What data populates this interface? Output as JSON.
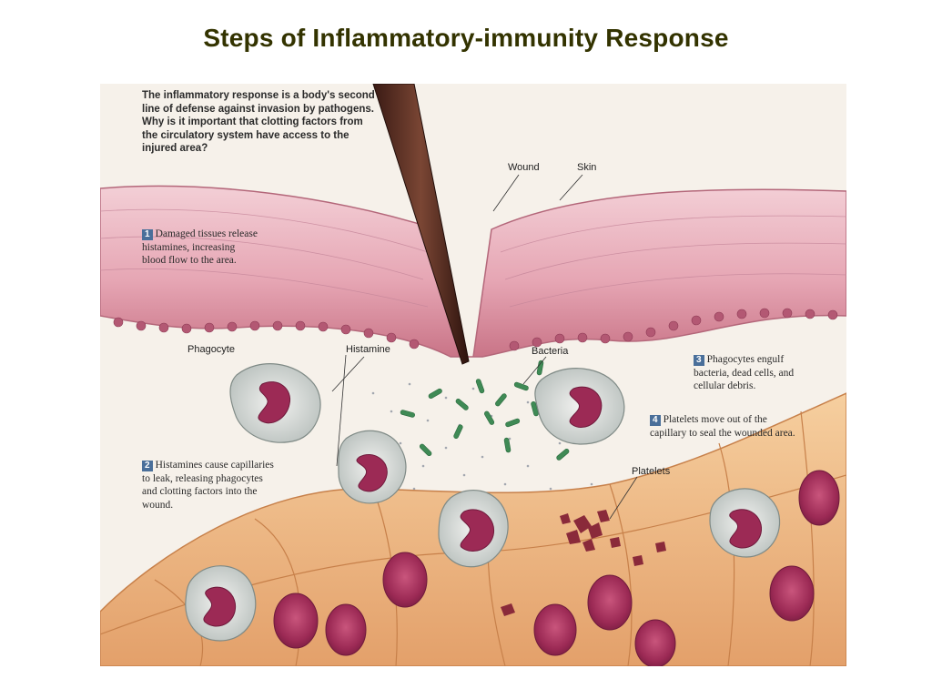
{
  "title": "Steps of Inflammatory-immunity Response",
  "intro": "The inflammatory response is a body's second line of defense against invasion by pathogens. Why is it important that clotting factors from the circulatory system have access to the injured area?",
  "labels": {
    "wound": "Wound",
    "skin": "Skin",
    "phagocyte": "Phagocyte",
    "histamine": "Histamine",
    "bacteria": "Bacteria",
    "platelets": "Platelets"
  },
  "steps": [
    {
      "number": "1",
      "text": "Damaged tissues release histamines, increasing blood flow to the area."
    },
    {
      "number": "2",
      "text": "Histamines cause capillaries to leak, releasing phagocytes and clotting factors into the wound."
    },
    {
      "number": "3",
      "text": "Phagocytes engulf bacteria, dead cells, and cellular debris."
    },
    {
      "number": "4",
      "text": "Platelets move out of the capillary to seal the wounded area."
    }
  ],
  "colors": {
    "title": "#333300",
    "skin": "#d98fa0",
    "capillary": "#eeb985",
    "red_cell": "#a8315e",
    "bacteria": "#3f8a55",
    "step_badge": "#4a6f9a"
  }
}
